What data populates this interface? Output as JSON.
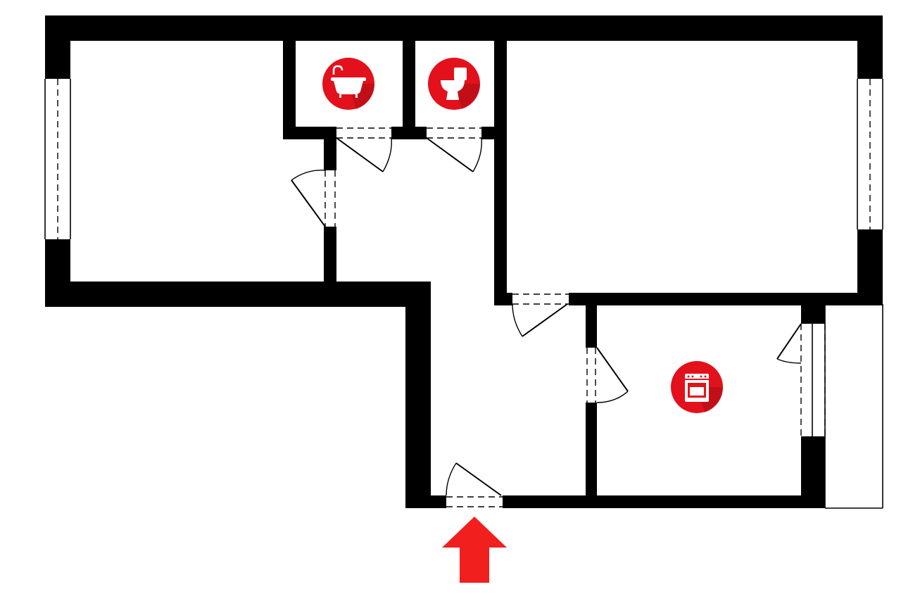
{
  "plan": {
    "rooms": [
      {
        "id": "room-left",
        "kind": "room"
      },
      {
        "id": "bathroom",
        "kind": "bath",
        "icon": "bathtub-icon"
      },
      {
        "id": "toilet",
        "kind": "wc",
        "icon": "toilet-icon"
      },
      {
        "id": "room-right",
        "kind": "room"
      },
      {
        "id": "hallway",
        "kind": "hall"
      },
      {
        "id": "kitchen",
        "kind": "kitchen",
        "icon": "stove-icon"
      },
      {
        "id": "balcony",
        "kind": "balcony"
      }
    ],
    "entrance_marker": "arrow-up-icon",
    "colors": {
      "wall": "#000000",
      "background": "#ffffff",
      "icon_badge": "#e3111b",
      "icon_badge_shadow": "#a80e14",
      "entrance_arrow": "#f21f1f",
      "icon_glyph": "#ffffff"
    }
  }
}
